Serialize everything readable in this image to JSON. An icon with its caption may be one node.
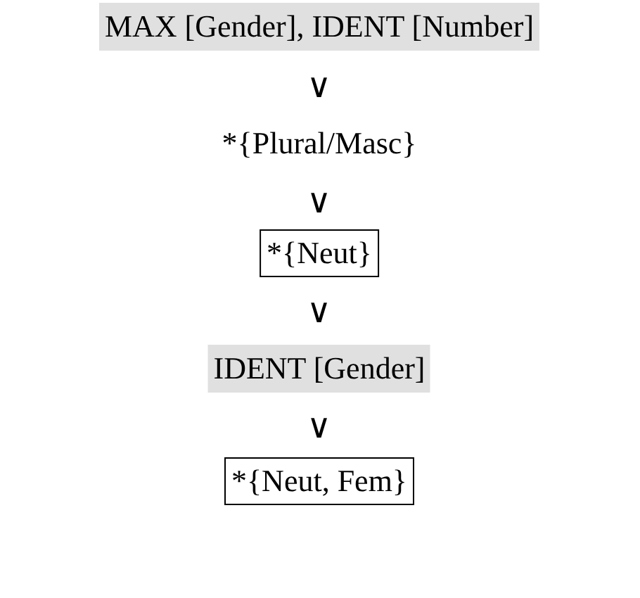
{
  "diagram": {
    "nodes": [
      {
        "text": [
          "MAX [Gender], IDENT [Number]"
        ]
      },
      {
        "text": [
          "*{Plural/Masc}"
        ]
      },
      {
        "text": [
          "*{Neut}"
        ]
      },
      {
        "text": [
          "IDENT [Gender]"
        ]
      },
      {
        "text": [
          "*{Neut, Fem}"
        ]
      }
    ],
    "labels": [
      "∨",
      "∨",
      "∨",
      "∨"
    ]
  }
}
